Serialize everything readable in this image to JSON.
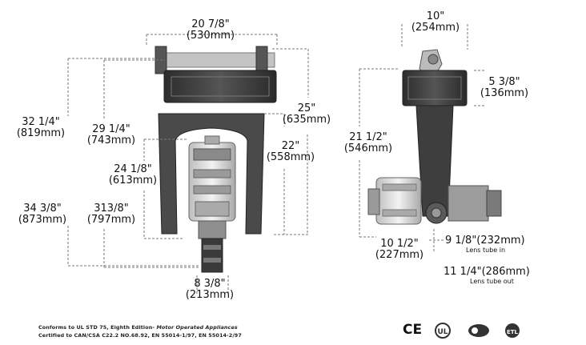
{
  "dims": {
    "front_width": {
      "imperial": "20 7/8\"",
      "metric": "(530mm)"
    },
    "front_h_32": {
      "imperial": "32 1/4\"",
      "metric": "(819mm)"
    },
    "front_h_29": {
      "imperial": "29 1/4\"",
      "metric": "(743mm)"
    },
    "front_h_25": {
      "imperial": "25\"",
      "metric": "(635mm)"
    },
    "front_h_22": {
      "imperial": "22\"",
      "metric": "(558mm)"
    },
    "front_h_24": {
      "imperial": "24 1/8\"",
      "metric": "(613mm)"
    },
    "front_h_34": {
      "imperial": "34 3/8\"",
      "metric": "(873mm)"
    },
    "front_h_31": {
      "imperial": "313/8\"",
      "metric": "(797mm)"
    },
    "front_base_width": {
      "imperial": "8 3/8\"",
      "metric": "(213mm)"
    },
    "side_width": {
      "imperial": "10\"",
      "metric": "(254mm)"
    },
    "side_head_height": {
      "imperial": "5 3/8\"",
      "metric": "(136mm)"
    },
    "side_height": {
      "imperial": "21 1/2\"",
      "metric": "(546mm)"
    },
    "side_base": {
      "imperial": "10 1/2\"",
      "metric": "(227mm)"
    },
    "lens_in": {
      "value": "9 1/8\"(232mm)",
      "caption": "Lens tube in"
    },
    "lens_out": {
      "value": "11 1/4\"(286mm)",
      "caption": "Lens tube out"
    }
  },
  "footer": {
    "line1_prefix": "Conforms to UL STD 75, Eighth Edition-",
    "line1_italic": " Motor Operated Appliances",
    "line2": "Certified to CAN/CSA C22.2 NO.68.92, EN 55014-1/97, EN 55014-2/97",
    "ce_mark": "CE"
  },
  "icons": [
    "ul-mark-icon",
    "csa-mark-icon",
    "etl-mark-icon"
  ]
}
